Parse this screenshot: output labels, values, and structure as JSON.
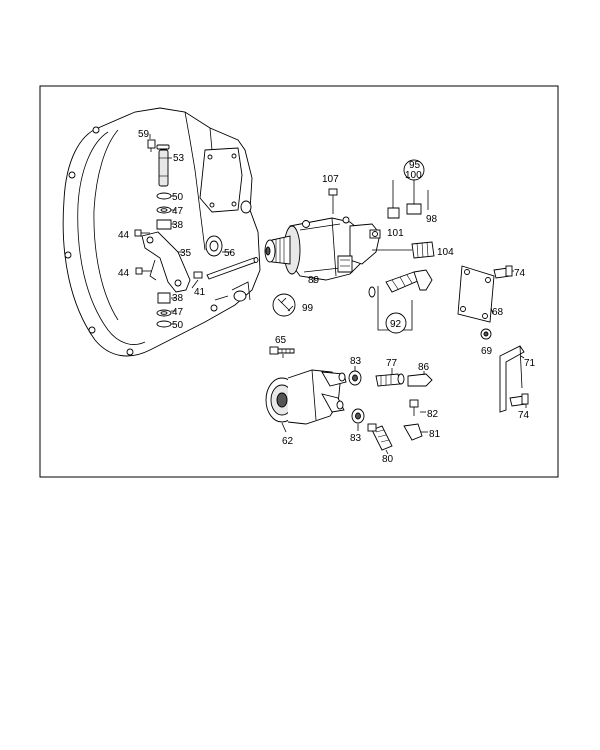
{
  "callouts": {
    "c59": "59",
    "c53": "53",
    "c50a": "50",
    "c47a": "47",
    "c38a": "38",
    "c44a": "44",
    "c35": "35",
    "c56": "56",
    "c44b": "44",
    "c41": "41",
    "c38b": "38",
    "c47b": "47",
    "c50b": "50",
    "c107": "107",
    "c95": "95",
    "c100": "100",
    "c98": "98",
    "c101": "101",
    "c104": "104",
    "c89": "89",
    "c99": "99",
    "c92": "92",
    "c74a": "74",
    "c68": "68",
    "c69": "69",
    "c71": "71",
    "c74b": "74",
    "c65": "65",
    "c83a": "83",
    "c77": "77",
    "c86": "86",
    "c82": "82",
    "c81": "81",
    "c83b": "83",
    "c80": "80",
    "c62": "62"
  }
}
